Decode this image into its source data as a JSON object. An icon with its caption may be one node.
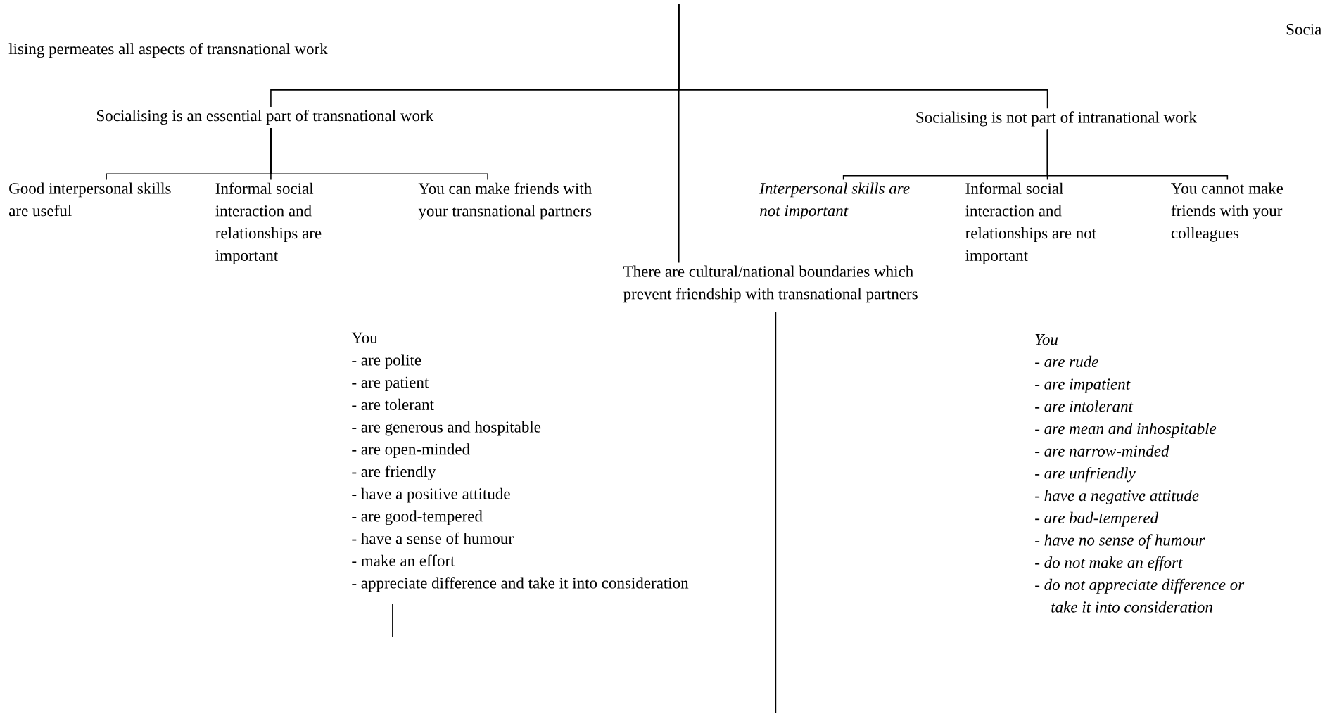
{
  "diagram": {
    "nodes": [
      {
        "text": [
          "lising permeates all aspects of transnational work"
        ]
      },
      {
        "text": [
          "Socialising is an essential part of transnational work"
        ]
      },
      {
        "text": [
          "Socialising is not part of intranational work"
        ]
      },
      {
        "text": [
          "There are cultural/national boundaries which prevent friendship with transnational partners"
        ]
      },
      {
        "text": [
          "Good interpersonal skills are useful"
        ]
      },
      {
        "text": [
          "Informal social interaction and relationships are important"
        ]
      },
      {
        "text": [
          "You can make friends with your transnational partners"
        ]
      },
      {
        "text": [
          "Interpersonal skills are not important"
        ]
      },
      {
        "text": [
          "Informal social interaction and relationships are not important"
        ]
      },
      {
        "text": [
          "You cannot make friends with your colleagues"
        ]
      },
      {
        "text": [
          "You",
          "- are polite",
          "- are patient",
          "- are tolerant",
          "- are generous and hospitable",
          "- are open-minded",
          "- are friendly",
          "- have a positive attitude",
          "- are good-tempered",
          "- have a sense of humour",
          "- make an effort",
          "- appreciate difference and take it into consideration"
        ]
      },
      {
        "text": [
          "You",
          "- are rude",
          "- are impatient",
          "- are intolerant",
          "- are mean and inhospitable",
          "- are narrow-minded",
          "- are unfriendly",
          "- have a negative attitude",
          "- are bad-tempered",
          "- have no sense of humour",
          "- do not make an effort",
          "- do not appreciate difference or take it into consideration"
        ]
      }
    ],
    "edges": [
      {
        "from": null,
        "to": 1,
        "arrow": "none"
      },
      {
        "from": null,
        "to": 2,
        "arrow": "none"
      },
      {
        "from": null,
        "to": 3,
        "arrow": "none"
      },
      {
        "from": 1,
        "to": 4,
        "arrow": "none"
      },
      {
        "from": 1,
        "to": 5,
        "arrow": "none"
      },
      {
        "from": 1,
        "to": 6,
        "arrow": "none"
      },
      {
        "from": 2,
        "to": 7,
        "arrow": "none"
      },
      {
        "from": 2,
        "to": 8,
        "arrow": "none"
      },
      {
        "from": 2,
        "to": 9,
        "arrow": "none"
      },
      {
        "from": 3,
        "to": null,
        "arrow": "none"
      },
      {
        "from": 10,
        "to": null,
        "arrow": "none"
      }
    ],
    "labels": [
      "Socia"
    ]
  }
}
